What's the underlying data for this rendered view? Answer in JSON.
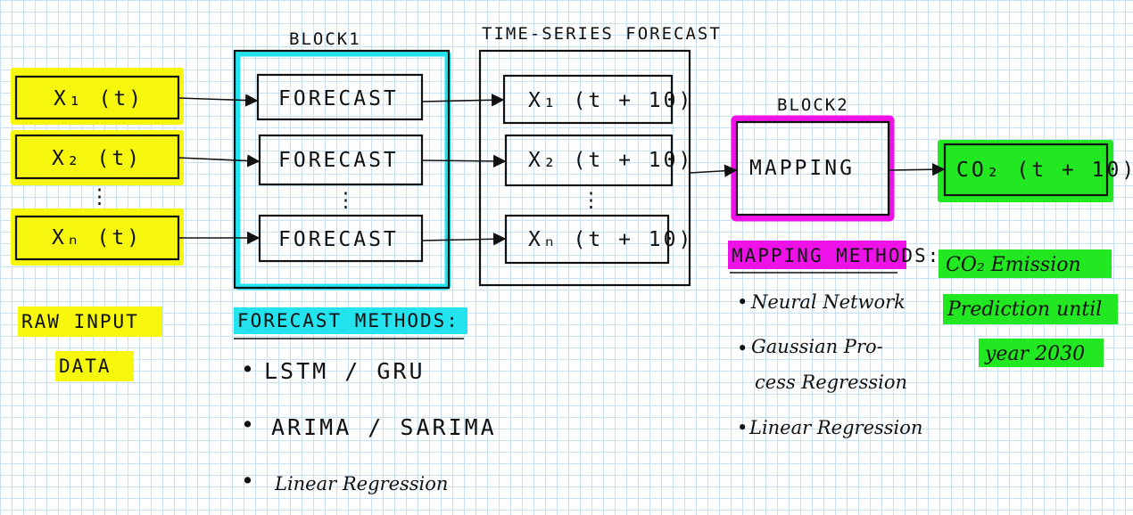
{
  "colors": {
    "ink": "#111111",
    "highlight_yellow": "#f7f700",
    "highlight_cyan": "#22e3ee",
    "highlight_magenta": "#ee12e8",
    "highlight_green": "#22e822",
    "grid": "#c9dff2"
  },
  "raw_input": {
    "boxes": [
      "X₁ (t)",
      "X₂ (t)",
      "Xₙ (t)"
    ],
    "ellipsis": "⋮",
    "caption_line1": "RAW INPUT",
    "caption_line2": "DATA"
  },
  "block1": {
    "title": "BLOCK1",
    "boxes": [
      "FORECAST",
      "FORECAST",
      "FORECAST"
    ],
    "ellipsis": "⋮",
    "methods_heading": "FORECAST METHODS:",
    "methods": [
      "LSTM / GRU",
      "ARIMA / SARIMA",
      "Linear Regression"
    ],
    "bullet": "•"
  },
  "timeseries": {
    "title": "TIME-SERIES FORECAST",
    "boxes": [
      "X₁ (t + 10)",
      "X₂ (t + 10)",
      "Xₙ (t + 10)"
    ],
    "ellipsis": "⋮"
  },
  "block2": {
    "title": "BLOCK2",
    "box": "MAPPING",
    "methods_heading": "MAPPING METHODS:",
    "methods_lines": [
      "Neural Network",
      "Gaussian Pro-",
      "cess Regression",
      "Linear Regression"
    ],
    "bullet": "•"
  },
  "output": {
    "box": "CO₂ (t + 10)",
    "caption_lines": [
      "CO₂ Emission",
      "Prediction until",
      "year 2030"
    ]
  }
}
